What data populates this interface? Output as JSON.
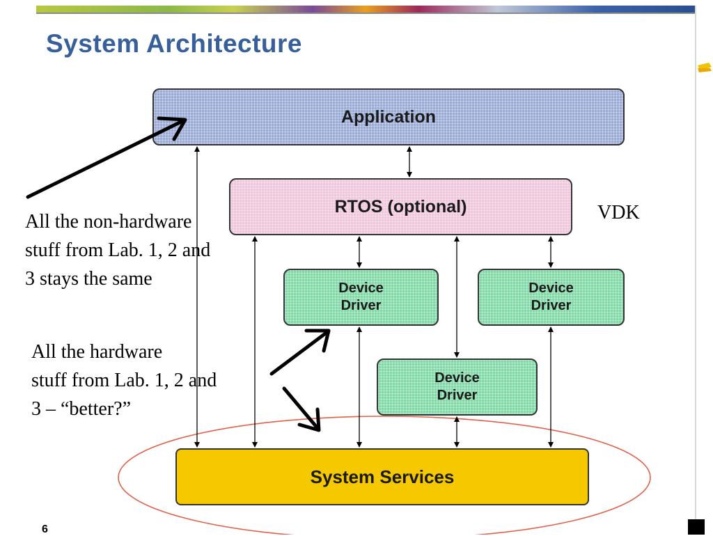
{
  "slide": {
    "title": "System Architecture",
    "page_number": "6"
  },
  "diagram": {
    "application": "Application",
    "rtos": "RTOS (optional)",
    "device_driver_1": "Device\nDriver",
    "device_driver_2": "Device\nDriver",
    "device_driver_3": "Device\nDriver",
    "system_services": "System Services"
  },
  "annotations": {
    "non_hardware_note": "All the non-hardware\nstuff from Lab. 1, 2 and\n3 stays the same",
    "hardware_note": "All the hardware\nstuff from Lab. 1, 2 and\n3 – “better?”",
    "vdk": "VDK"
  },
  "colors": {
    "title": "#365f9b",
    "application": "#9aaad6",
    "rtos": "#f0c6dc",
    "device_driver": "#7fd8a6",
    "system_services": "#f5c800",
    "ellipse": "#e0604a"
  }
}
